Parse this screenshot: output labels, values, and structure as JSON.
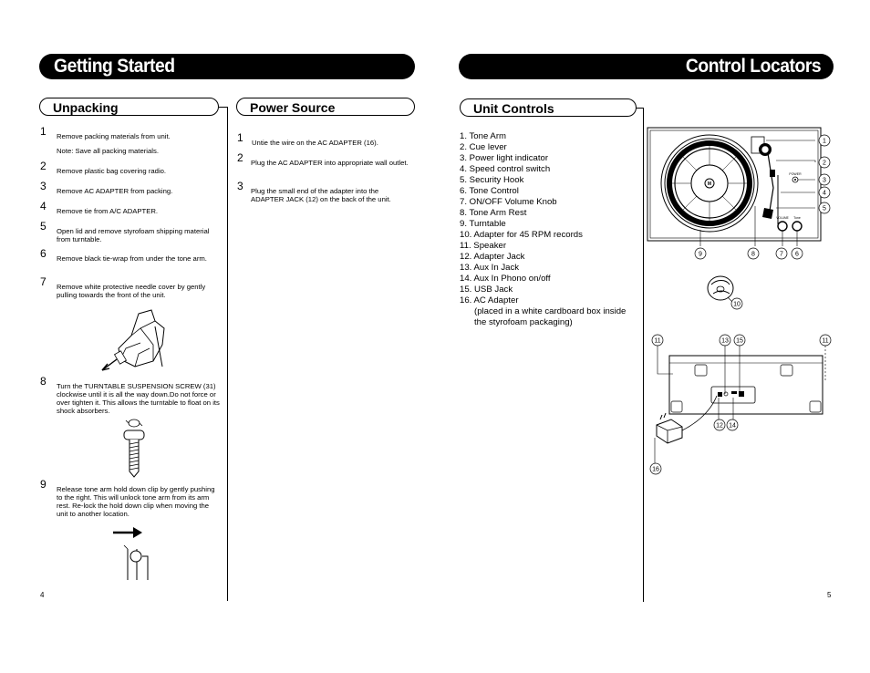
{
  "left": {
    "banner_title": "Getting Started",
    "unpacking": {
      "title": "Unpacking",
      "steps": [
        {
          "num": "1",
          "text": "Remove packing materials from unit.",
          "note": "Note: Save all packing materials."
        },
        {
          "num": "2",
          "text": "Remove plastic bag covering radio."
        },
        {
          "num": "3",
          "text": "Remove AC ADAPTER from packing."
        },
        {
          "num": "4",
          "text": "Remove tie from A/C ADAPTER."
        },
        {
          "num": "5",
          "text": "Open lid and remove styrofoam shipping material from turntable."
        },
        {
          "num": "6",
          "text": "Remove black tie-wrap from under the tone arm."
        },
        {
          "num": "7",
          "text": "Remove white protective needle cover by gently pulling towards the front of the unit."
        },
        {
          "num": "8",
          "text": "Turn the TURNTABLE SUSPENSION SCREW (31) clockwise until it is all the way down.Do not force or over tighten it. This allows the turntable to float on its shock absorbers."
        },
        {
          "num": "9",
          "text": "Release tone arm hold down clip by gently pushing to the right. This will unlock tone arm from its arm rest. Re-lock the hold down clip when moving the unit to another location."
        }
      ]
    },
    "power": {
      "title": "Power Source",
      "steps": [
        {
          "num": "1",
          "text": "Untie the wire on the AC ADAPTER (16)."
        },
        {
          "num": "2",
          "text": "Plug the AC ADAPTER into appropriate wall outlet."
        },
        {
          "num": "3",
          "text": "Plug the small end of the adapter into the ADAPTER JACK (12) on the back of the unit."
        }
      ]
    },
    "page_number": "4"
  },
  "right": {
    "banner_title": "Control Locators",
    "unit_controls": {
      "title": "Unit Controls",
      "items": [
        "1.   Tone Arm",
        "2.   Cue lever",
        "3.   Power light indicator",
        "4.   Speed control switch",
        "5.   Security Hook",
        "6.   Tone Control",
        "7.   ON/OFF Volume Knob",
        "8.   Tone Arm Rest",
        "9.   Turntable",
        "10. Adapter for 45 RPM records",
        "11. Speaker",
        "12. Adapter Jack",
        "13. Aux In Jack",
        "14. Aux In Phono on/off",
        "15. USB Jack",
        "16. AC Adapter"
      ],
      "note_lines": [
        "(placed in a white cardboard box inside",
        "the styrofoam packaging)"
      ]
    },
    "callouts": {
      "top": [
        "1",
        "2",
        "3",
        "4",
        "5"
      ],
      "bottom": [
        "9",
        "8",
        "7",
        "6"
      ],
      "adapter": "10",
      "back_top": [
        "11",
        "13",
        "15",
        "11"
      ],
      "back_bottom": [
        "12",
        "14"
      ],
      "ac": "16"
    },
    "panel_labels": {
      "power": "POWER",
      "tone": "Tone",
      "volume": "VOLUME",
      "center": "M"
    },
    "page_number": "5"
  }
}
